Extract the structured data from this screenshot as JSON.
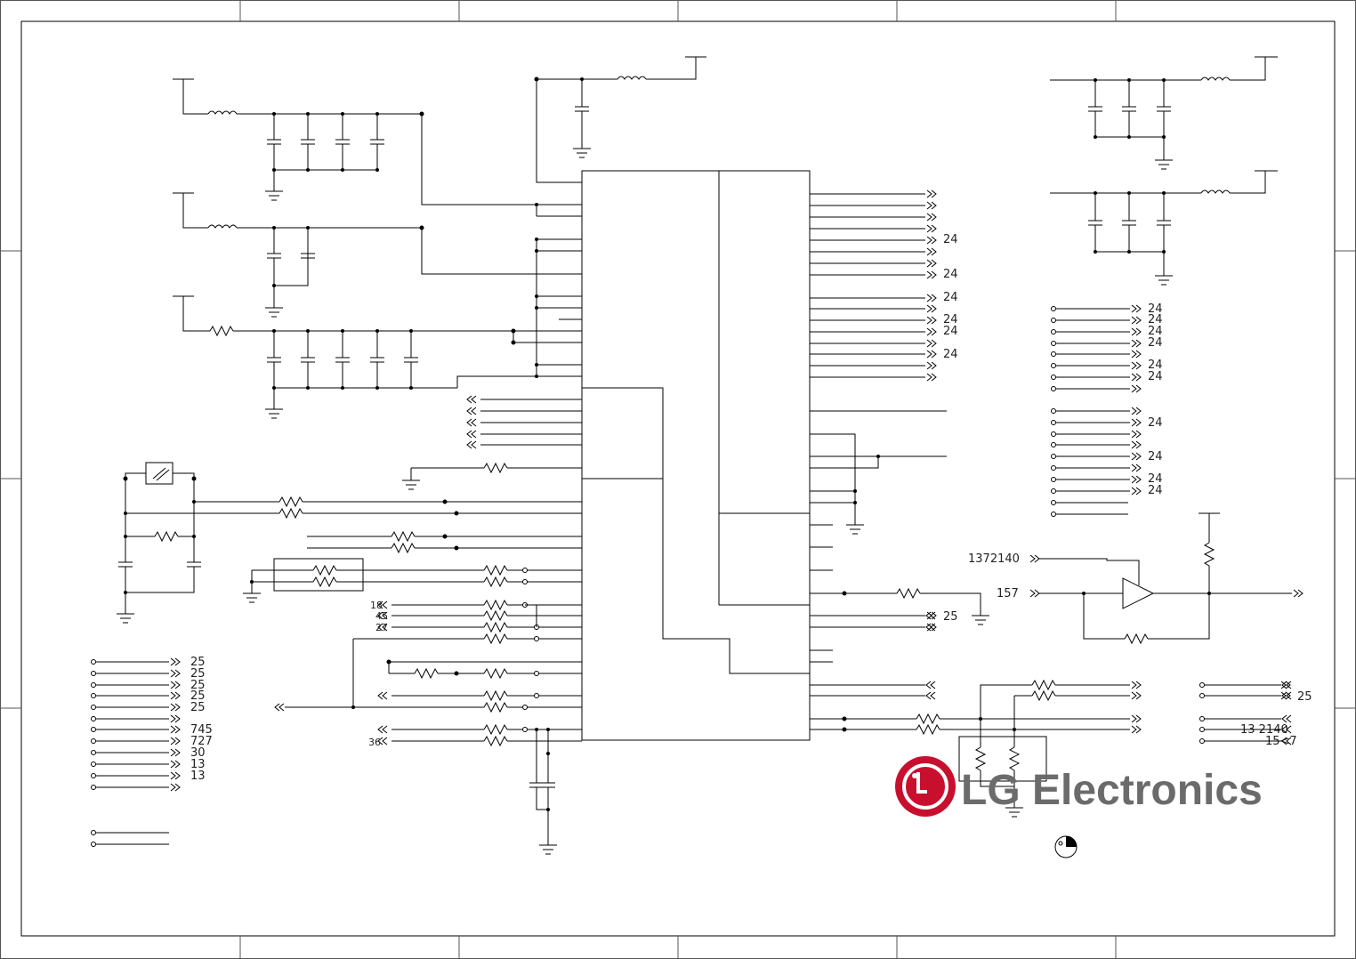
{
  "logo": {
    "brand_text": "LG Electronics",
    "brand_color": "#c8102e",
    "text_color": "#6b6b6b"
  },
  "labels": {
    "right_ic": [
      "24",
      "24",
      "24",
      "24",
      "24",
      "24"
    ],
    "right_conn_top": [
      "24",
      "24",
      "24",
      "24",
      "24",
      "24"
    ],
    "right_conn_bottom": [
      "24",
      "24",
      "24",
      "24"
    ],
    "amp_inputs": [
      "1372140",
      "157"
    ],
    "mid_out_25": "25",
    "right_bidir_25": "25",
    "right_small": [
      "13  2140",
      "15<7"
    ],
    "left_in": [
      "18",
      "45",
      "27",
      "36"
    ],
    "left_bottom": [
      "25",
      "25",
      "25",
      "25",
      "25",
      "745",
      "727",
      "30",
      "13",
      "13"
    ]
  }
}
